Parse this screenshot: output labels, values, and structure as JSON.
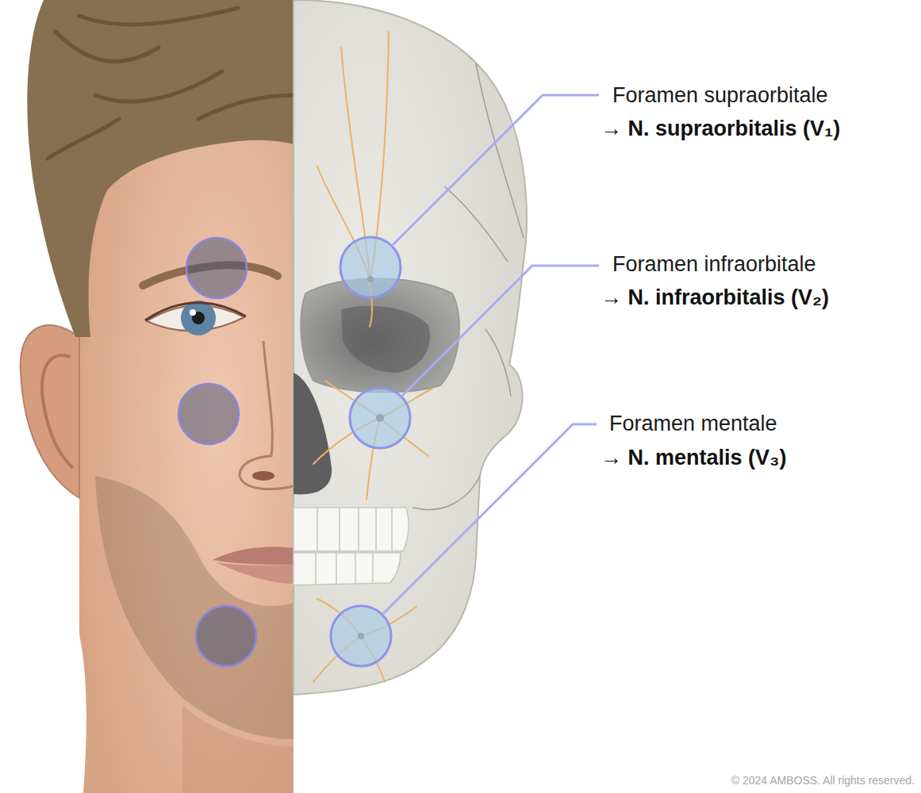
{
  "diagram": {
    "labels": [
      "Foramen supraorbitale",
      "→ N. supraorbitalis (V₁)",
      "Foramen infraorbitale",
      "→ N. infraorbitalis (V₂)",
      "Foramen mentale",
      "→ N. mentalis (V₃)",
      "© 2024 AMBOSS. All rights reserved."
    ]
  }
}
